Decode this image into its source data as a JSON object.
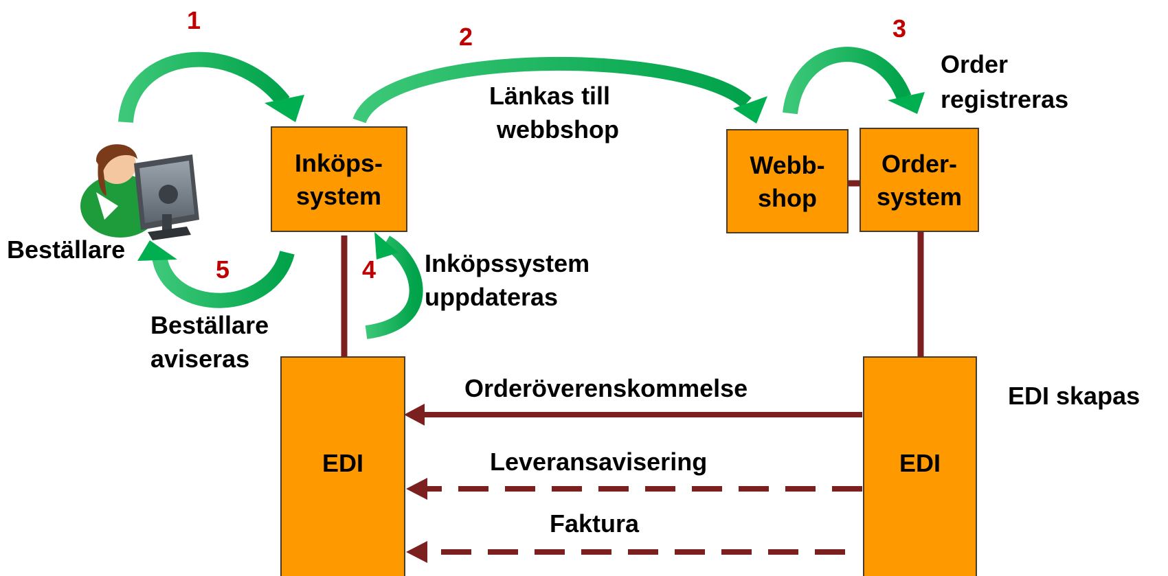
{
  "colors": {
    "box_fill": "#FF9900",
    "connector": "#7B1F1F",
    "flow_arrow": "#00B050",
    "step_number": "#C00000"
  },
  "actor": {
    "icon": "user-at-computer-icon",
    "label": "Beställare"
  },
  "boxes": {
    "inkop": [
      "Inköps-",
      "system"
    ],
    "webbshop": [
      "Webb-",
      "shop"
    ],
    "ordersystem": [
      "Order-",
      "system"
    ],
    "edi_left": "EDI",
    "edi_right": "EDI"
  },
  "steps": {
    "s1": {
      "number": "1"
    },
    "s2": {
      "number": "2",
      "text": [
        "Länkas till",
        "webbshop"
      ]
    },
    "s3": {
      "number": "3",
      "text": [
        "Order",
        "registreras"
      ]
    },
    "s4": {
      "number": "4",
      "text": [
        "Inköpssystem",
        "uppdateras"
      ]
    },
    "s5": {
      "number": "5",
      "text": [
        "Beställare",
        "aviseras"
      ]
    }
  },
  "edi_note": "EDI skapas",
  "messages": [
    "Orderöverenskommelse",
    "Leveransavisering",
    "Faktura"
  ]
}
